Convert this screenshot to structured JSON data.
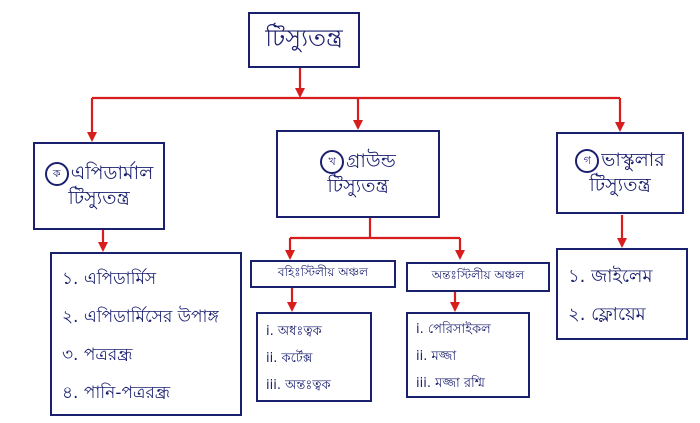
{
  "diagram": {
    "root": {
      "label": "টিস্যুতন্ত্র"
    },
    "branches": [
      {
        "badge": "ক",
        "label_line1": "এপিডার্মাল",
        "label_line2": "টিস্যুতন্ত্র",
        "items": [
          "১. এপিডার্মিস",
          "২. এপিডার্মিসের উপাঙ্গ",
          "৩. পত্ররন্ধ্র",
          "৪. পানি-পত্ররন্ধ্র"
        ]
      },
      {
        "badge": "খ",
        "label_line1": "গ্রাউন্ড",
        "label_line2": "টিস্যুতন্ত্র",
        "sub": [
          {
            "label": "বহিঃস্টিলীয় অঞ্চল",
            "items": [
              "i. অধঃত্বক",
              "ii. কর্টেক্স",
              "iii. অন্তঃত্বক"
            ]
          },
          {
            "label": "অন্তঃস্টিলীয় অঞ্চল",
            "items": [
              "i. পেরিসাইকল",
              "ii. মজ্জা",
              "iii. মজ্জা রশ্মি"
            ]
          }
        ]
      },
      {
        "badge": "গ",
        "label_line1": "ভাস্কুলার",
        "label_line2": "টিস্যুতন্ত্র",
        "items": [
          "১. জাইলেম",
          "২. ফ্লোয়েম"
        ]
      }
    ]
  },
  "colors": {
    "ink": "#1a1f6e",
    "arrow": "#d81d1d"
  }
}
